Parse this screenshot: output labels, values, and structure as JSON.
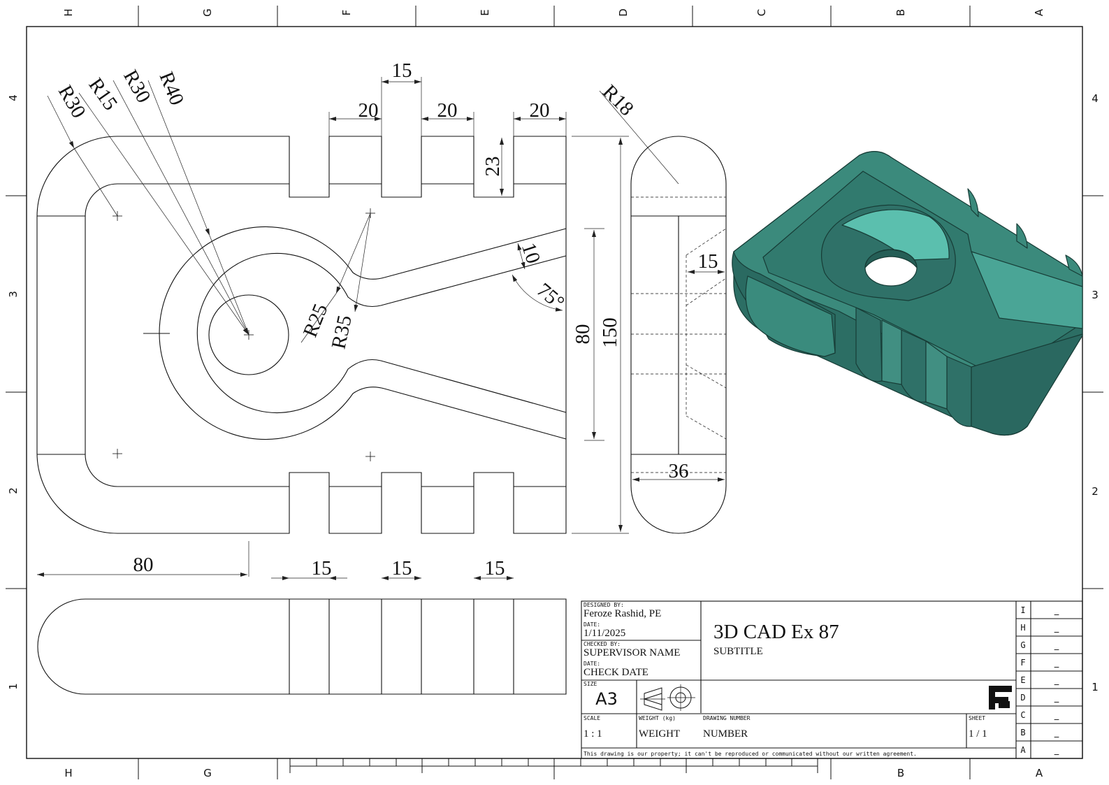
{
  "frame": {
    "columns_top": [
      "H",
      "G",
      "F",
      "E",
      "D",
      "C",
      "B",
      "A"
    ],
    "columns_bottom": [
      "H",
      "G",
      "B",
      "A"
    ],
    "rows": [
      "4",
      "3",
      "2",
      "1"
    ]
  },
  "dimensions": {
    "front": {
      "r30_outer": "R30",
      "r15": "R15",
      "r30_inner": "R30",
      "r40": "R40",
      "slot_15": "15",
      "slot_20_a": "20",
      "slot_20_b": "20",
      "slot_20_c": "20",
      "depth_23": "23",
      "r25": "R25",
      "r35": "R35",
      "arm_10": "10",
      "angle_75": "75°"
    },
    "side": {
      "r18": "R18",
      "d80": "80",
      "d150": "150",
      "d15": "15",
      "d36": "36"
    },
    "top": {
      "d80": "80",
      "d15_a": "15",
      "d15_b": "15",
      "d15_c": "15"
    }
  },
  "model_color": "#2f7f73",
  "title_block": {
    "designed_by_label": "DESIGNED BY:",
    "designed_by": "Feroze Rashid, PE",
    "date_label_1": "DATE:",
    "date_1": "1/11/2025",
    "checked_by_label": "CHECKED BY:",
    "checked_by": "SUPERVISOR NAME",
    "date_label_2": "DATE:",
    "date_2": "CHECK DATE",
    "title": "3D CAD Ex 87",
    "subtitle": "SUBTITLE",
    "size_label": "SIZE",
    "size": "A3",
    "scale_label": "SCALE",
    "scale": "1 : 1",
    "weight_label": "WEIGHT (kg)",
    "weight": "WEIGHT",
    "drawing_number_label": "DRAWING NUMBER",
    "drawing_number": "NUMBER",
    "sheet_label": "SHEET",
    "sheet": "1 / 1",
    "disclaimer": "This drawing is our property; it can't be reproduced or communicated without our written agreement.",
    "revisions": [
      {
        "letter": "I",
        "value": "_"
      },
      {
        "letter": "H",
        "value": "_"
      },
      {
        "letter": "G",
        "value": "_"
      },
      {
        "letter": "F",
        "value": "_"
      },
      {
        "letter": "E",
        "value": "_"
      },
      {
        "letter": "D",
        "value": "_"
      },
      {
        "letter": "C",
        "value": "_"
      },
      {
        "letter": "B",
        "value": "_"
      },
      {
        "letter": "A",
        "value": "_"
      }
    ]
  }
}
